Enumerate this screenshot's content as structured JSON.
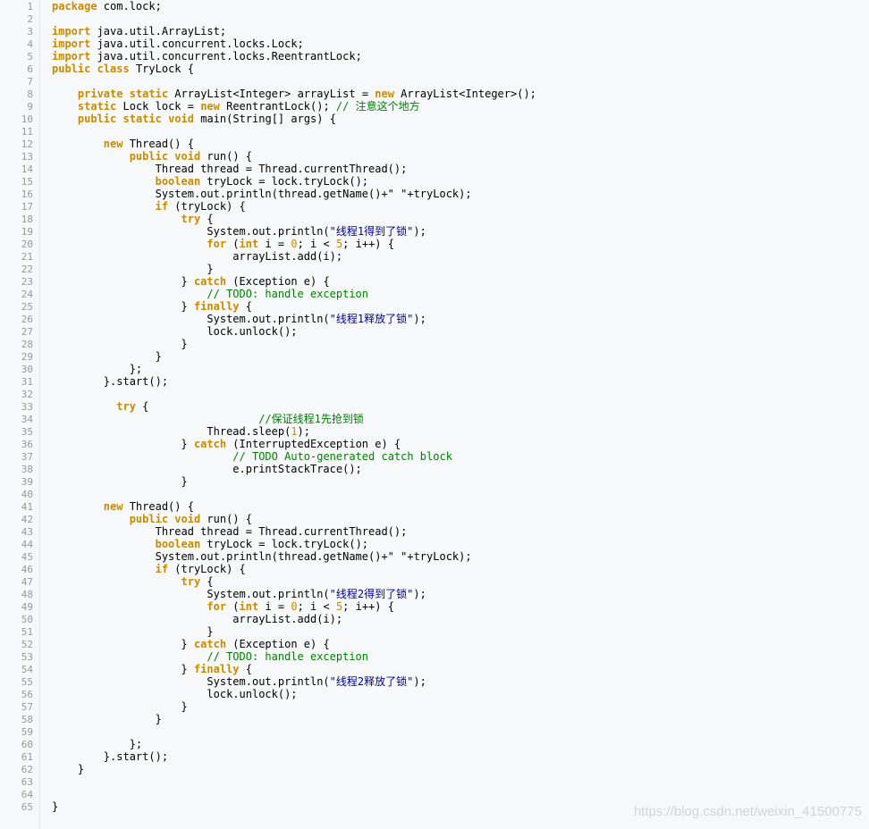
{
  "lines": [
    [
      {
        "t": "package",
        "c": "kw"
      },
      {
        "t": " com.lock;"
      }
    ],
    [],
    [
      {
        "t": "import",
        "c": "kw"
      },
      {
        "t": " java.util.ArrayList;"
      }
    ],
    [
      {
        "t": "import",
        "c": "kw"
      },
      {
        "t": " java.util.concurrent.locks.Lock;"
      }
    ],
    [
      {
        "t": "import",
        "c": "kw"
      },
      {
        "t": " java.util.concurrent.locks.ReentrantLock;"
      }
    ],
    [
      {
        "t": "public",
        "c": "kw"
      },
      {
        "t": " "
      },
      {
        "t": "class",
        "c": "kw"
      },
      {
        "t": " TryLock {"
      }
    ],
    [],
    [
      {
        "t": "    "
      },
      {
        "t": "private",
        "c": "kw"
      },
      {
        "t": " "
      },
      {
        "t": "static",
        "c": "kw"
      },
      {
        "t": " ArrayList<Integer> arrayList = "
      },
      {
        "t": "new",
        "c": "kw"
      },
      {
        "t": " ArrayList<Integer>();"
      }
    ],
    [
      {
        "t": "    "
      },
      {
        "t": "static",
        "c": "kw"
      },
      {
        "t": " Lock lock = "
      },
      {
        "t": "new",
        "c": "kw"
      },
      {
        "t": " ReentrantLock(); "
      },
      {
        "t": "// 注意这个地方",
        "c": "cm"
      }
    ],
    [
      {
        "t": "    "
      },
      {
        "t": "public",
        "c": "kw"
      },
      {
        "t": " "
      },
      {
        "t": "static",
        "c": "kw"
      },
      {
        "t": " "
      },
      {
        "t": "void",
        "c": "kw"
      },
      {
        "t": " main(String[] args) {"
      }
    ],
    [],
    [
      {
        "t": "        "
      },
      {
        "t": "new",
        "c": "kw"
      },
      {
        "t": " Thread() {"
      }
    ],
    [
      {
        "t": "            "
      },
      {
        "t": "public",
        "c": "kw"
      },
      {
        "t": " "
      },
      {
        "t": "void",
        "c": "kw"
      },
      {
        "t": " run() {"
      }
    ],
    [
      {
        "t": "                Thread thread = Thread.currentThread();"
      }
    ],
    [
      {
        "t": "                "
      },
      {
        "t": "boolean",
        "c": "kw"
      },
      {
        "t": " tryLock = lock.tryLock();"
      }
    ],
    [
      {
        "t": "                System.out.println(thread.getName()+\" \"+tryLock);"
      }
    ],
    [
      {
        "t": "                "
      },
      {
        "t": "if",
        "c": "kw"
      },
      {
        "t": " (tryLock) {"
      }
    ],
    [
      {
        "t": "                    "
      },
      {
        "t": "try",
        "c": "kw"
      },
      {
        "t": " {"
      }
    ],
    [
      {
        "t": "                        System.out.println("
      },
      {
        "t": "\"线程1得到了锁\"",
        "c": "str"
      },
      {
        "t": ");"
      }
    ],
    [
      {
        "t": "                        "
      },
      {
        "t": "for",
        "c": "kw"
      },
      {
        "t": " ("
      },
      {
        "t": "int",
        "c": "kw"
      },
      {
        "t": " i = "
      },
      {
        "t": "0",
        "c": "num"
      },
      {
        "t": "; i < "
      },
      {
        "t": "5",
        "c": "num"
      },
      {
        "t": "; i++) {"
      }
    ],
    [
      {
        "t": "                            arrayList.add(i);"
      }
    ],
    [
      {
        "t": "                        }"
      }
    ],
    [
      {
        "t": "                    } "
      },
      {
        "t": "catch",
        "c": "kw"
      },
      {
        "t": " (Exception e) {"
      }
    ],
    [
      {
        "t": "                        "
      },
      {
        "t": "// TODO: handle exception",
        "c": "cm"
      }
    ],
    [
      {
        "t": "                    } "
      },
      {
        "t": "finally",
        "c": "kw"
      },
      {
        "t": " {"
      }
    ],
    [
      {
        "t": "                        System.out.println("
      },
      {
        "t": "\"线程1释放了锁\"",
        "c": "str"
      },
      {
        "t": ");"
      }
    ],
    [
      {
        "t": "                        lock.unlock();"
      }
    ],
    [
      {
        "t": "                    }"
      }
    ],
    [
      {
        "t": "                }"
      }
    ],
    [
      {
        "t": "            };"
      }
    ],
    [
      {
        "t": "        }.start();"
      }
    ],
    [],
    [
      {
        "t": "          "
      },
      {
        "t": "try",
        "c": "kw"
      },
      {
        "t": " {"
      }
    ],
    [
      {
        "t": "                                "
      },
      {
        "t": "//保证线程1先抢到锁",
        "c": "cm"
      }
    ],
    [
      {
        "t": "                        Thread.sleep("
      },
      {
        "t": "1",
        "c": "num"
      },
      {
        "t": ");"
      }
    ],
    [
      {
        "t": "                    } "
      },
      {
        "t": "catch",
        "c": "kw"
      },
      {
        "t": " (InterruptedException e) {"
      }
    ],
    [
      {
        "t": "                            "
      },
      {
        "t": "// TODO Auto-generated catch block",
        "c": "cm"
      }
    ],
    [
      {
        "t": "                            e.printStackTrace();"
      }
    ],
    [
      {
        "t": "                    }"
      }
    ],
    [],
    [
      {
        "t": "        "
      },
      {
        "t": "new",
        "c": "kw"
      },
      {
        "t": " Thread() {"
      }
    ],
    [
      {
        "t": "            "
      },
      {
        "t": "public",
        "c": "kw"
      },
      {
        "t": " "
      },
      {
        "t": "void",
        "c": "kw"
      },
      {
        "t": " run() {"
      }
    ],
    [
      {
        "t": "                Thread thread = Thread.currentThread();"
      }
    ],
    [
      {
        "t": "                "
      },
      {
        "t": "boolean",
        "c": "kw"
      },
      {
        "t": " tryLock = lock.tryLock();"
      }
    ],
    [
      {
        "t": "                System.out.println(thread.getName()+\" \"+tryLock);"
      }
    ],
    [
      {
        "t": "                "
      },
      {
        "t": "if",
        "c": "kw"
      },
      {
        "t": " (tryLock) {"
      }
    ],
    [
      {
        "t": "                    "
      },
      {
        "t": "try",
        "c": "kw"
      },
      {
        "t": " {"
      }
    ],
    [
      {
        "t": "                        System.out.println("
      },
      {
        "t": "\"线程2得到了锁\"",
        "c": "str"
      },
      {
        "t": ");"
      }
    ],
    [
      {
        "t": "                        "
      },
      {
        "t": "for",
        "c": "kw"
      },
      {
        "t": " ("
      },
      {
        "t": "int",
        "c": "kw"
      },
      {
        "t": " i = "
      },
      {
        "t": "0",
        "c": "num"
      },
      {
        "t": "; i < "
      },
      {
        "t": "5",
        "c": "num"
      },
      {
        "t": "; i++) {"
      }
    ],
    [
      {
        "t": "                            arrayList.add(i);"
      }
    ],
    [
      {
        "t": "                        }"
      }
    ],
    [
      {
        "t": "                    } "
      },
      {
        "t": "catch",
        "c": "kw"
      },
      {
        "t": " (Exception e) {"
      }
    ],
    [
      {
        "t": "                        "
      },
      {
        "t": "// TODO: handle exception",
        "c": "cm"
      }
    ],
    [
      {
        "t": "                    } "
      },
      {
        "t": "finally",
        "c": "kw"
      },
      {
        "t": " {"
      }
    ],
    [
      {
        "t": "                        System.out.println("
      },
      {
        "t": "\"线程2释放了锁\"",
        "c": "str"
      },
      {
        "t": ");"
      }
    ],
    [
      {
        "t": "                        lock.unlock();"
      }
    ],
    [
      {
        "t": "                    }"
      }
    ],
    [
      {
        "t": "                }"
      }
    ],
    [],
    [
      {
        "t": "            };"
      }
    ],
    [
      {
        "t": "        }.start();"
      }
    ],
    [
      {
        "t": "    }"
      }
    ],
    [],
    [],
    [
      {
        "t": "}"
      }
    ]
  ],
  "watermark": "https://blog.csdn.net/weixin_41500775",
  "colors": {
    "keyword": "#c88a00",
    "comment": "#008000",
    "string": "#000099",
    "number": "#c88a00",
    "line_number": "#999999",
    "background": "#f6f8fa"
  }
}
